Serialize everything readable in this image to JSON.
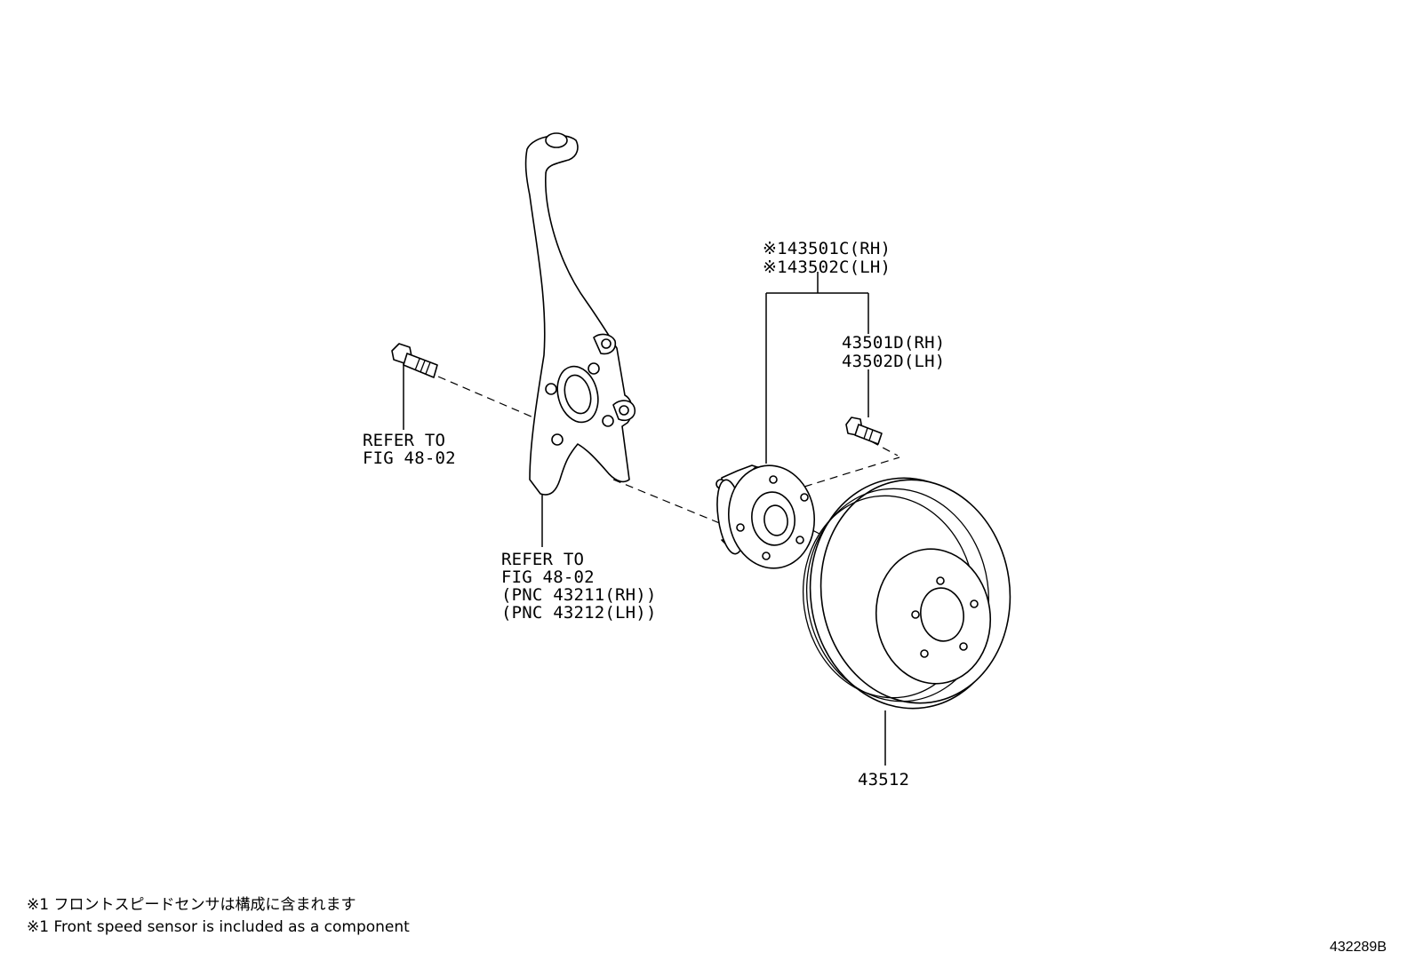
{
  "callouts": {
    "hub_assembly_rh": "※143501C(RH)",
    "hub_assembly_lh": "※143502C(LH)",
    "hub_bolt_rh": "43501D(RH)",
    "hub_bolt_lh": "43502D(LH)",
    "bolt_refer_line1": "REFER TO",
    "bolt_refer_line2": "FIG 48-02",
    "knuckle_refer_line1": "REFER TO",
    "knuckle_refer_line2": "FIG 48-02",
    "knuckle_pnc_rh": "(PNC 43211(RH))",
    "knuckle_pnc_lh": "(PNC 43212(LH))",
    "disc": "43512"
  },
  "notes": {
    "japanese": "※1 フロントスピードセンサは構成に含まれます",
    "english": "※1 Front speed sensor is included  as a component"
  },
  "figure_number": "432289B"
}
